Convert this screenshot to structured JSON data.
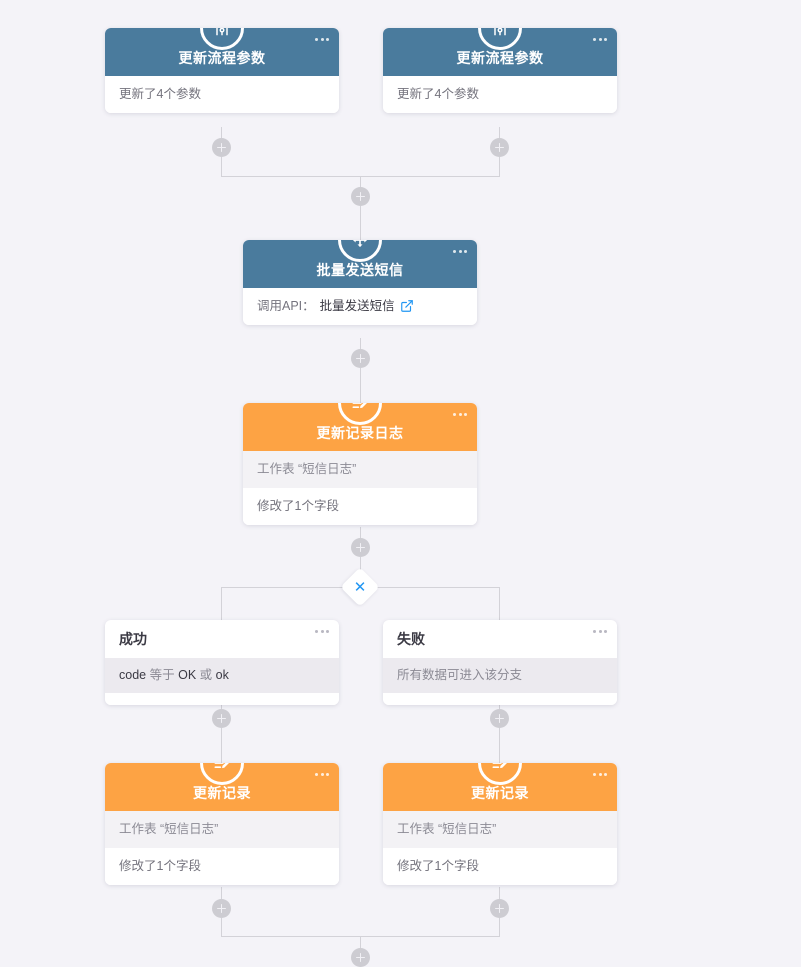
{
  "canvas": {
    "background": "#f4f3f8",
    "line_color": "#d3d2d8",
    "blue": "#4a7b9d",
    "orange": "#fda344",
    "branch_icon_color": "#2196f3",
    "link_icon_color": "#2196f3"
  },
  "nodes": {
    "param_left": {
      "icon": "sliders-icon",
      "title": "更新流程参数",
      "body": "更新了4个参数",
      "menu": "node-menu"
    },
    "param_right": {
      "icon": "sliders-icon",
      "title": "更新流程参数",
      "body": "更新了4个参数",
      "menu": "node-menu"
    },
    "send_sms": {
      "icon": "move-arrows-icon",
      "title": "批量发送短信",
      "body_prefix": "调用API：",
      "body_value": "批量发送短信",
      "link_icon": "external-link-icon",
      "menu": "node-menu"
    },
    "update_log": {
      "icon": "edit-record-icon",
      "title": "更新记录日志",
      "row1": "工作表 “短信日志”",
      "row2": "修改了1个字段",
      "menu": "node-menu"
    },
    "update_left": {
      "icon": "edit-record-icon",
      "title": "更新记录",
      "row1": "工作表 “短信日志”",
      "row2": "修改了1个字段",
      "menu": "node-menu"
    },
    "update_right": {
      "icon": "edit-record-icon",
      "title": "更新记录",
      "row1": "工作表 “短信日志”",
      "row2": "修改了1个字段",
      "menu": "node-menu"
    }
  },
  "branch": {
    "split_icon": "branch-x-icon",
    "success": {
      "title": "成功",
      "cond_field": "code",
      "cond_op": "等于",
      "cond_value_1": "OK",
      "cond_join": "或",
      "cond_value_2": "ok",
      "menu": "node-menu"
    },
    "failure": {
      "title": "失败",
      "cond_text": "所有数据可进入该分支",
      "menu": "node-menu"
    }
  },
  "add_buttons": {
    "label": "+",
    "count": 9
  }
}
